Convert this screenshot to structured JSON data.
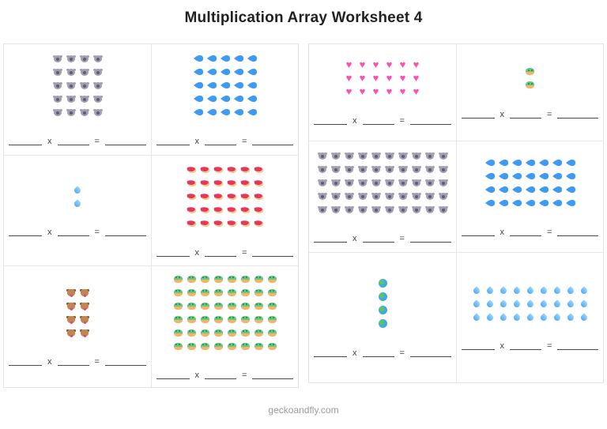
{
  "title": "Multiplication Array Worksheet 4",
  "footer": "geckoandfly.com",
  "equation": {
    "multiply_symbol": "x",
    "equals_symbol": "=",
    "blanks": 3,
    "factor1_value": "",
    "factor2_value": "",
    "product_value": ""
  },
  "icon_glyphs": {
    "heart": "♥"
  },
  "icon_colors": {
    "koala": "#a39db2",
    "fish": "#3d9bf5",
    "droplet": "#4fabf7",
    "watermelon": "#e6365f",
    "dog": "#c08552",
    "frog": "#5ecb81",
    "heart": "#ff4fae",
    "globe": "#41aadd"
  },
  "panels": [
    {
      "name": "left",
      "cells": [
        {
          "icon": "koala",
          "rows": 5,
          "cols": 4,
          "count": 20
        },
        {
          "icon": "fish",
          "rows": 5,
          "cols": 5,
          "count": 25
        },
        {
          "icon": "droplet",
          "rows": 2,
          "cols": 1,
          "count": 2
        },
        {
          "icon": "watermelon",
          "rows": 5,
          "cols": 6,
          "count": 30
        },
        {
          "icon": "dog",
          "rows": 4,
          "cols": 2,
          "count": 8
        },
        {
          "icon": "frog",
          "rows": 6,
          "cols": 8,
          "count": 48
        }
      ]
    },
    {
      "name": "right",
      "cells": [
        {
          "icon": "heart",
          "rows": 3,
          "cols": 6,
          "count": 18
        },
        {
          "icon": "frog",
          "rows": 2,
          "cols": 1,
          "count": 2
        },
        {
          "icon": "koala",
          "rows": 5,
          "cols": 10,
          "count": 50
        },
        {
          "icon": "fish",
          "rows": 4,
          "cols": 7,
          "count": 28
        },
        {
          "icon": "globe",
          "rows": 4,
          "cols": 1,
          "count": 4
        },
        {
          "icon": "droplet",
          "rows": 3,
          "cols": 9,
          "count": 27
        }
      ]
    }
  ]
}
